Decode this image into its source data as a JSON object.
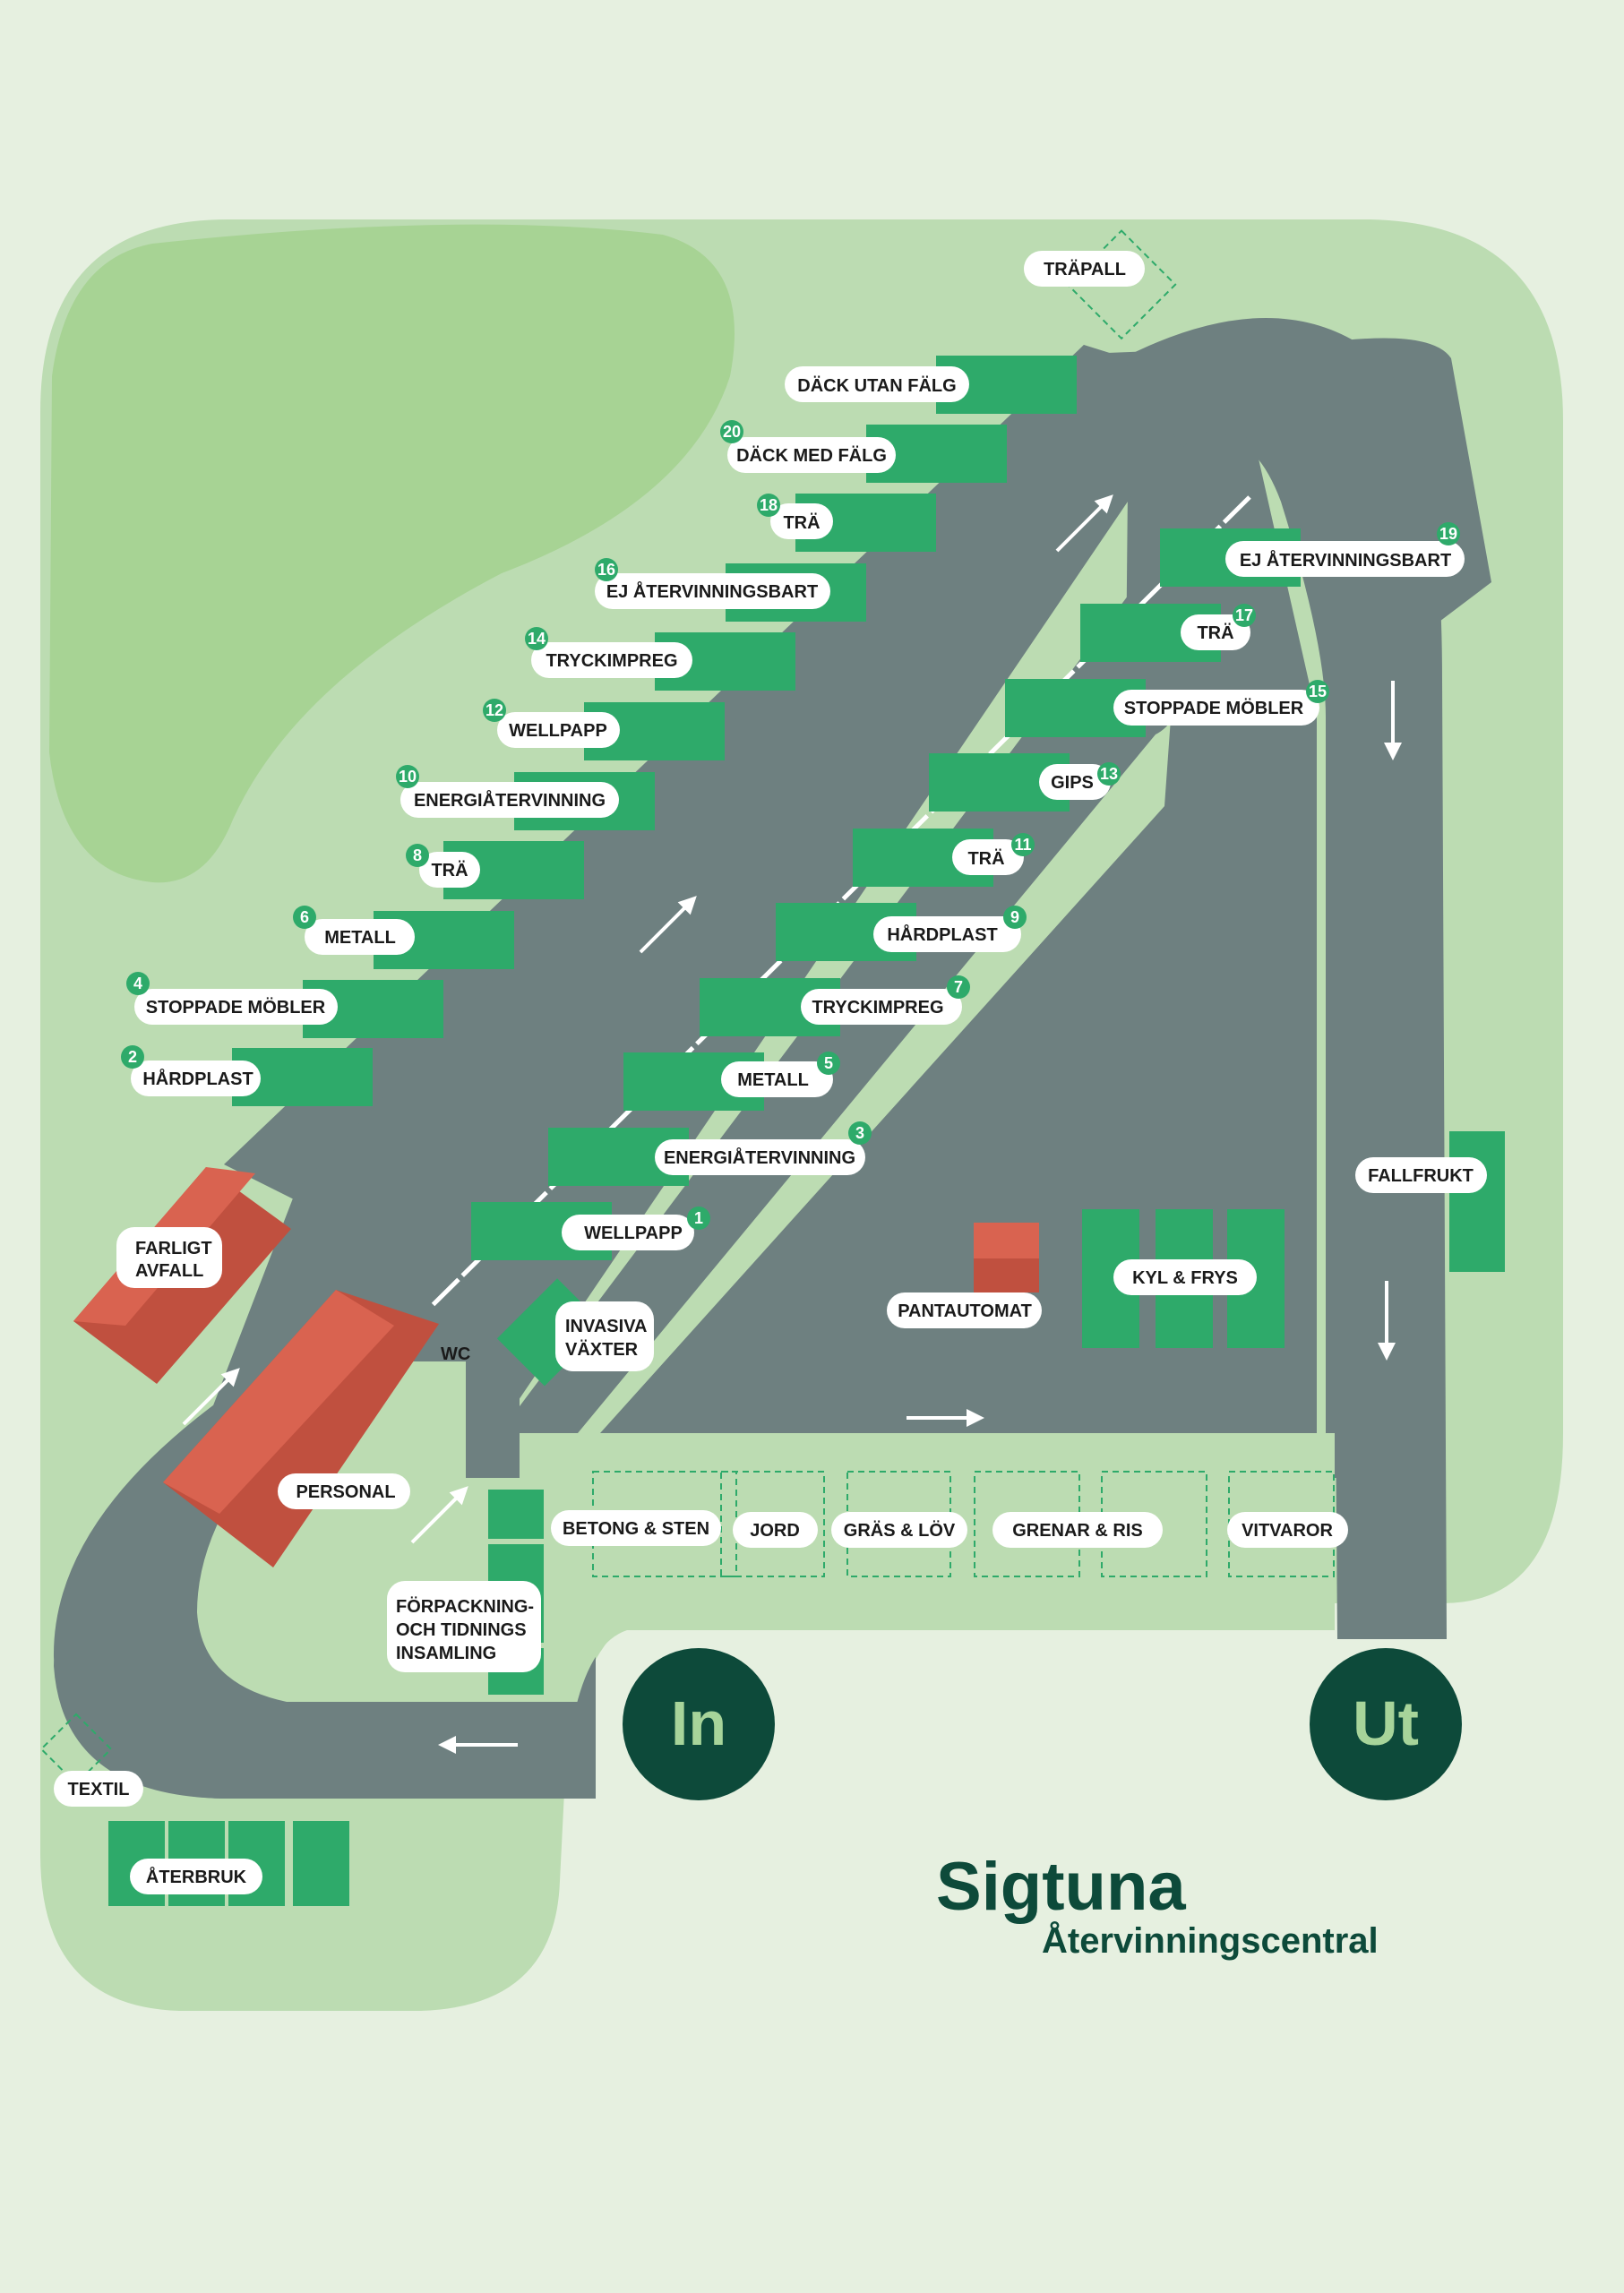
{
  "colors": {
    "background": "#e6f0e0",
    "area_light": "#bcdcb2",
    "area_mid": "#a7d394",
    "road": "#6e8080",
    "container": "#2eaa6a",
    "building": "#d96350",
    "dark_green": "#0d4a3a",
    "entry_text": "#a7d49a"
  },
  "title": {
    "main": "Sigtuna",
    "sub": "Återvinningscentral"
  },
  "entrances": {
    "in": "In",
    "out": "Ut"
  },
  "stations": [
    {
      "id": "dack-utan-falg",
      "label": "DÄCK UTAN FÄLG",
      "num": ""
    },
    {
      "id": "dack-med-falg",
      "label": "DÄCK MED FÄLG",
      "num": "20"
    },
    {
      "id": "tra-18",
      "label": "TRÄ",
      "num": "18"
    },
    {
      "id": "ej-atervinningsbart-16",
      "label": "EJ ÅTERVINNINGSBART",
      "num": "16"
    },
    {
      "id": "tryckimpreg-14",
      "label": "TRYCKIMPREG",
      "num": "14"
    },
    {
      "id": "wellpapp-12",
      "label": "WELLPAPP",
      "num": "12"
    },
    {
      "id": "energiatervinning-10",
      "label": "ENERGIÅTERVINNING",
      "num": "10"
    },
    {
      "id": "tra-8",
      "label": "TRÄ",
      "num": "8"
    },
    {
      "id": "metall-6",
      "label": "METALL",
      "num": "6"
    },
    {
      "id": "stoppade-mobler-4",
      "label": "STOPPADE MÖBLER",
      "num": "4"
    },
    {
      "id": "hardplast-2",
      "label": "HÅRDPLAST",
      "num": "2"
    },
    {
      "id": "ej-atervinningsbart-19",
      "label": "EJ ÅTERVINNINGSBART",
      "num": "19"
    },
    {
      "id": "tra-17",
      "label": "TRÄ",
      "num": "17"
    },
    {
      "id": "stoppade-mobler-15",
      "label": "STOPPADE MÖBLER",
      "num": "15"
    },
    {
      "id": "gips-13",
      "label": "GIPS",
      "num": "13"
    },
    {
      "id": "tra-11",
      "label": "TRÄ",
      "num": "11"
    },
    {
      "id": "hardplast-9",
      "label": "HÅRDPLAST",
      "num": "9"
    },
    {
      "id": "tryckimpreg-7",
      "label": "TRYCKIMPREG",
      "num": "7"
    },
    {
      "id": "metall-5",
      "label": "METALL",
      "num": "5"
    },
    {
      "id": "energiatervinning-3",
      "label": "ENERGIÅTERVINNING",
      "num": "3"
    },
    {
      "id": "wellpapp-1",
      "label": "WELLPAPP",
      "num": "1"
    }
  ],
  "places": {
    "trapall": "TRÄPALL",
    "farligt_avfall_1": "FARLIGT",
    "farligt_avfall_2": "AVFALL",
    "wc": "WC",
    "invasiva_1": "INVASIVA",
    "invasiva_2": "VÄXTER",
    "personal": "PERSONAL",
    "pantautomat": "PANTAUTOMAT",
    "kyl_frys": "KYL & FRYS",
    "fallfrukt": "FALLFRUKT",
    "betong": "BETONG & STEN",
    "jord": "JORD",
    "gras": "GRÄS & LÖV",
    "grenar": "GRENAR & RIS",
    "vitvaror": "VITVAROR",
    "forpackning_1": "FÖRPACKNING-",
    "forpackning_2": "OCH TIDNINGS",
    "forpackning_3": "INSAMLING",
    "textil": "TEXTIL",
    "aterbruk": "ÅTERBRUK"
  }
}
